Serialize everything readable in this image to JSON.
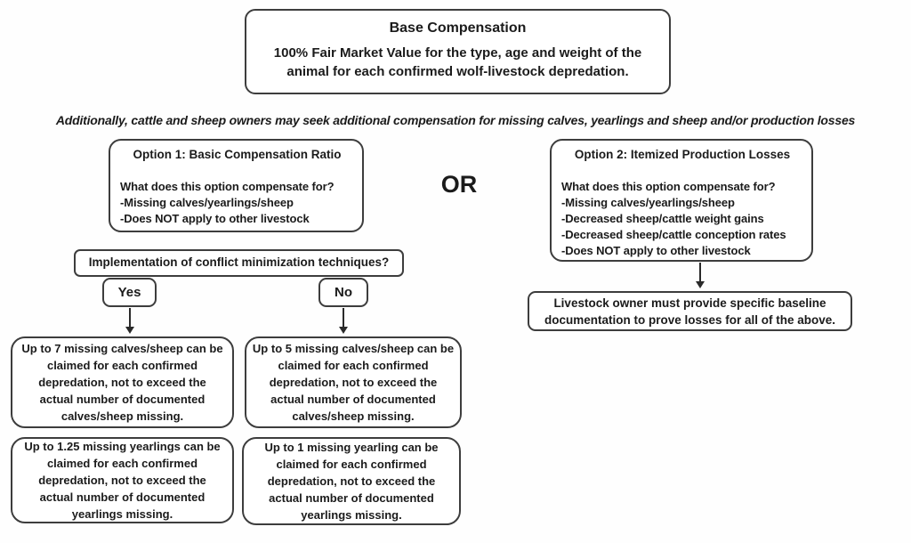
{
  "colors": {
    "border": "#3d3d3d",
    "text": "#1b1b1b",
    "background": "#ffffff"
  },
  "base": {
    "title": "Base Compensation",
    "body": "100% Fair Market Value for the type, age and weight of the\nanimal for each confirmed wolf-livestock depredation."
  },
  "note": "Additionally, cattle and sheep owners may seek additional compensation for missing calves, yearlings and sheep and/or production losses",
  "or_label": "OR",
  "option1": {
    "title": "Option 1:  Basic Compensation Ratio",
    "question": "What does this option compensate for?",
    "items": [
      "-Missing calves/yearlings/sheep",
      "-Does NOT apply to other livestock"
    ]
  },
  "option2": {
    "title": "Option 2:  Itemized Production Losses",
    "question": "What does this option compensate for?",
    "items": [
      "-Missing calves/yearlings/sheep",
      "-Decreased sheep/cattle weight gains",
      "-Decreased sheep/cattle conception rates",
      "-Does NOT apply to other livestock"
    ]
  },
  "implementation": {
    "question": "Implementation of conflict minimization techniques?"
  },
  "branches": {
    "yes": "Yes",
    "no": "No"
  },
  "outcomes": {
    "yes_calves": "Up to 7 missing calves/sheep can be\nclaimed for each confirmed\ndepredation, not to exceed the\nactual number of documented\ncalves/sheep missing.",
    "no_calves": "Up to 5 missing calves/sheep can be\nclaimed for each confirmed\ndepredation, not to exceed the\nactual number of documented\ncalves/sheep missing.",
    "yes_yearlings": "Up to 1.25 missing yearlings can be\nclaimed for each confirmed\ndepredation, not to exceed the\nactual number of documented\nyearlings missing.",
    "no_yearlings": "Up to 1 missing yearling can be\nclaimed for each confirmed\ndepredation, not to exceed the\nactual number of documented\nyearlings missing."
  },
  "baseline": "Livestock owner must provide specific baseline\ndocumentation to prove losses for all of the above."
}
